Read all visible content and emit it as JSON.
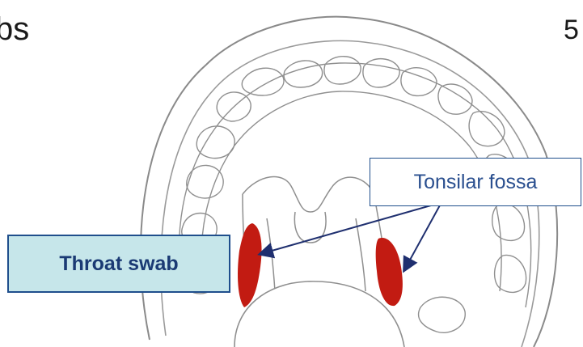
{
  "slide": {
    "title_fragment": "bs",
    "page_number_fragment": "5"
  },
  "labels": {
    "throat_swab": "Throat swab",
    "tonsilar_fossa": "Tonsilar fossa"
  },
  "colors": {
    "swab_area": "#c21b12",
    "label_border": "#1f4e8c",
    "throat_label_fill": "#c6e6ea",
    "outline": "#8a8a8a"
  }
}
